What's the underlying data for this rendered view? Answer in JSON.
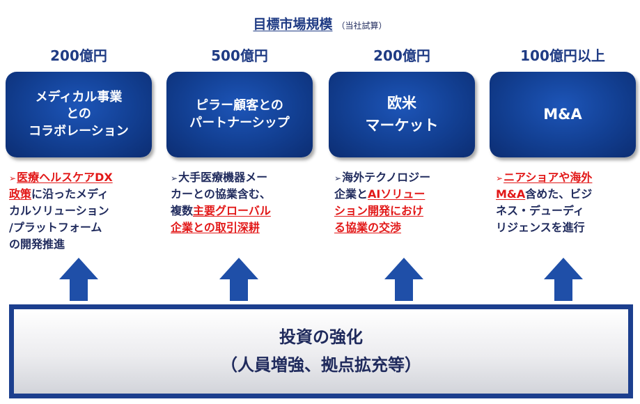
{
  "header": {
    "title": "目標市場規模",
    "note": "（当社試算）"
  },
  "columns": [
    {
      "market_size": "200億円",
      "box_title": "メディカル事業\nとの\nコラボレーション",
      "description": [
        [
          {
            "t": "➢",
            "c": "mk-red"
          },
          {
            "t": "医療ヘルスケアDX",
            "c": "hl"
          }
        ],
        [
          {
            "t": "政策",
            "c": "hl"
          },
          {
            "t": "に沿ったメディ"
          }
        ],
        [
          {
            "t": "カルソリューション"
          }
        ],
        [
          {
            "t": "/プラットフォーム"
          }
        ],
        [
          {
            "t": "の開発推進"
          }
        ]
      ]
    },
    {
      "market_size": "500億円",
      "box_title": "ピラー顧客との\nパートナーシップ",
      "description": [
        [
          {
            "t": "➢",
            "c": "mk-navy"
          },
          {
            "t": "大手医療機器メー"
          }
        ],
        [
          {
            "t": "カーとの協業含む、"
          }
        ],
        [
          {
            "t": "複数"
          },
          {
            "t": "主要グローバル",
            "c": "hl"
          }
        ],
        [
          {
            "t": "企業との取引深耕",
            "c": "hl"
          }
        ]
      ]
    },
    {
      "market_size": "200億円",
      "box_title": "欧米\nマーケット",
      "description": [
        [
          {
            "t": "➢",
            "c": "mk-navy"
          },
          {
            "t": "海外テクノロジー"
          }
        ],
        [
          {
            "t": "企業と"
          },
          {
            "t": "AIソリュー",
            "c": "hl"
          }
        ],
        [
          {
            "t": "ション開発におけ",
            "c": "hl"
          }
        ],
        [
          {
            "t": "る協業の交渉",
            "c": "hl"
          }
        ]
      ]
    },
    {
      "market_size": "100億円以上",
      "box_title": "M&A",
      "description": [
        [
          {
            "t": "➢",
            "c": "mk-red"
          },
          {
            "t": "ニアショアや海外",
            "c": "hl"
          }
        ],
        [
          {
            "t": "M&A",
            "c": "hl"
          },
          {
            "t": "含めた、ビジ"
          }
        ],
        [
          {
            "t": "ネス・デューディ"
          }
        ],
        [
          {
            "t": "リジェンスを進行"
          }
        ]
      ]
    }
  ],
  "base": {
    "line1": "投資の強化",
    "line2": "（人員増強、拠点拡充等）"
  },
  "colors": {
    "box_fill": "#123f92",
    "text_navy": "#1f2a5c",
    "highlight_red": "#e21818",
    "arrow_blue": "#1f4fa8",
    "base_border": "#1c3f8e"
  },
  "icons": {
    "bullet": "triangle-bullet-icon",
    "arrow": "up-arrow-icon"
  }
}
